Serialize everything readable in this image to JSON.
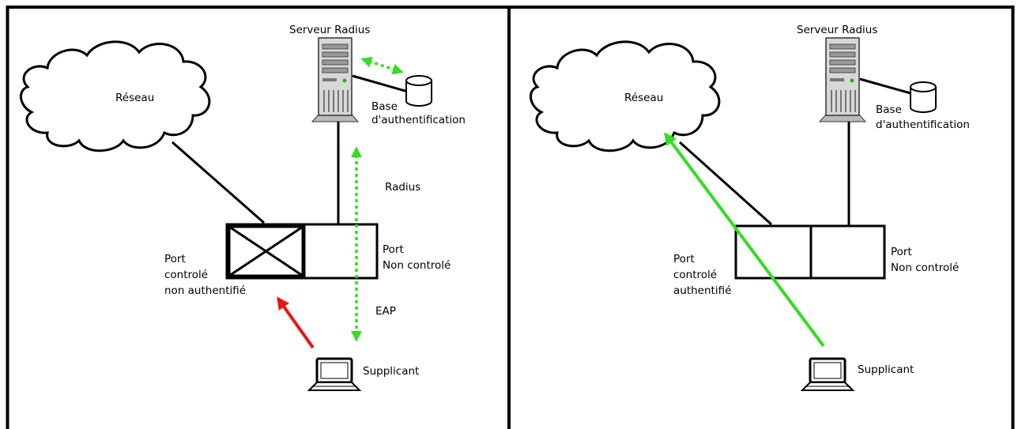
{
  "colors": {
    "line": "#000000",
    "green": "#33dd22",
    "red": "#ee1111",
    "server_body": "#d8d8d8",
    "server_dark": "#555555",
    "background": "#ffffff"
  },
  "left_panel": {
    "server_label": "Serveur Radius",
    "network_label": "Réseau",
    "database_label_line1": "Base",
    "database_label_line2": "d'authentification",
    "radius_label": "Radius",
    "eap_label": "EAP",
    "controlled_port_label": [
      "Port",
      "controlé",
      "non authentifié"
    ],
    "uncontrolled_port_label": [
      "Port",
      "Non controlé"
    ],
    "supplicant_label": "Supplicant",
    "controlled_port_state": "blocked"
  },
  "right_panel": {
    "server_label": "Serveur Radius",
    "network_label": "Réseau",
    "database_label_line1": "Base",
    "database_label_line2": "d'authentification",
    "controlled_port_label": [
      "Port",
      "controlé",
      "authentifié"
    ],
    "uncontrolled_port_label": [
      "Port",
      "Non controlé"
    ],
    "supplicant_label": "Supplicant",
    "controlled_port_state": "open"
  },
  "icons": [
    "server-icon",
    "database-icon",
    "laptop-icon",
    "cloud-icon"
  ]
}
